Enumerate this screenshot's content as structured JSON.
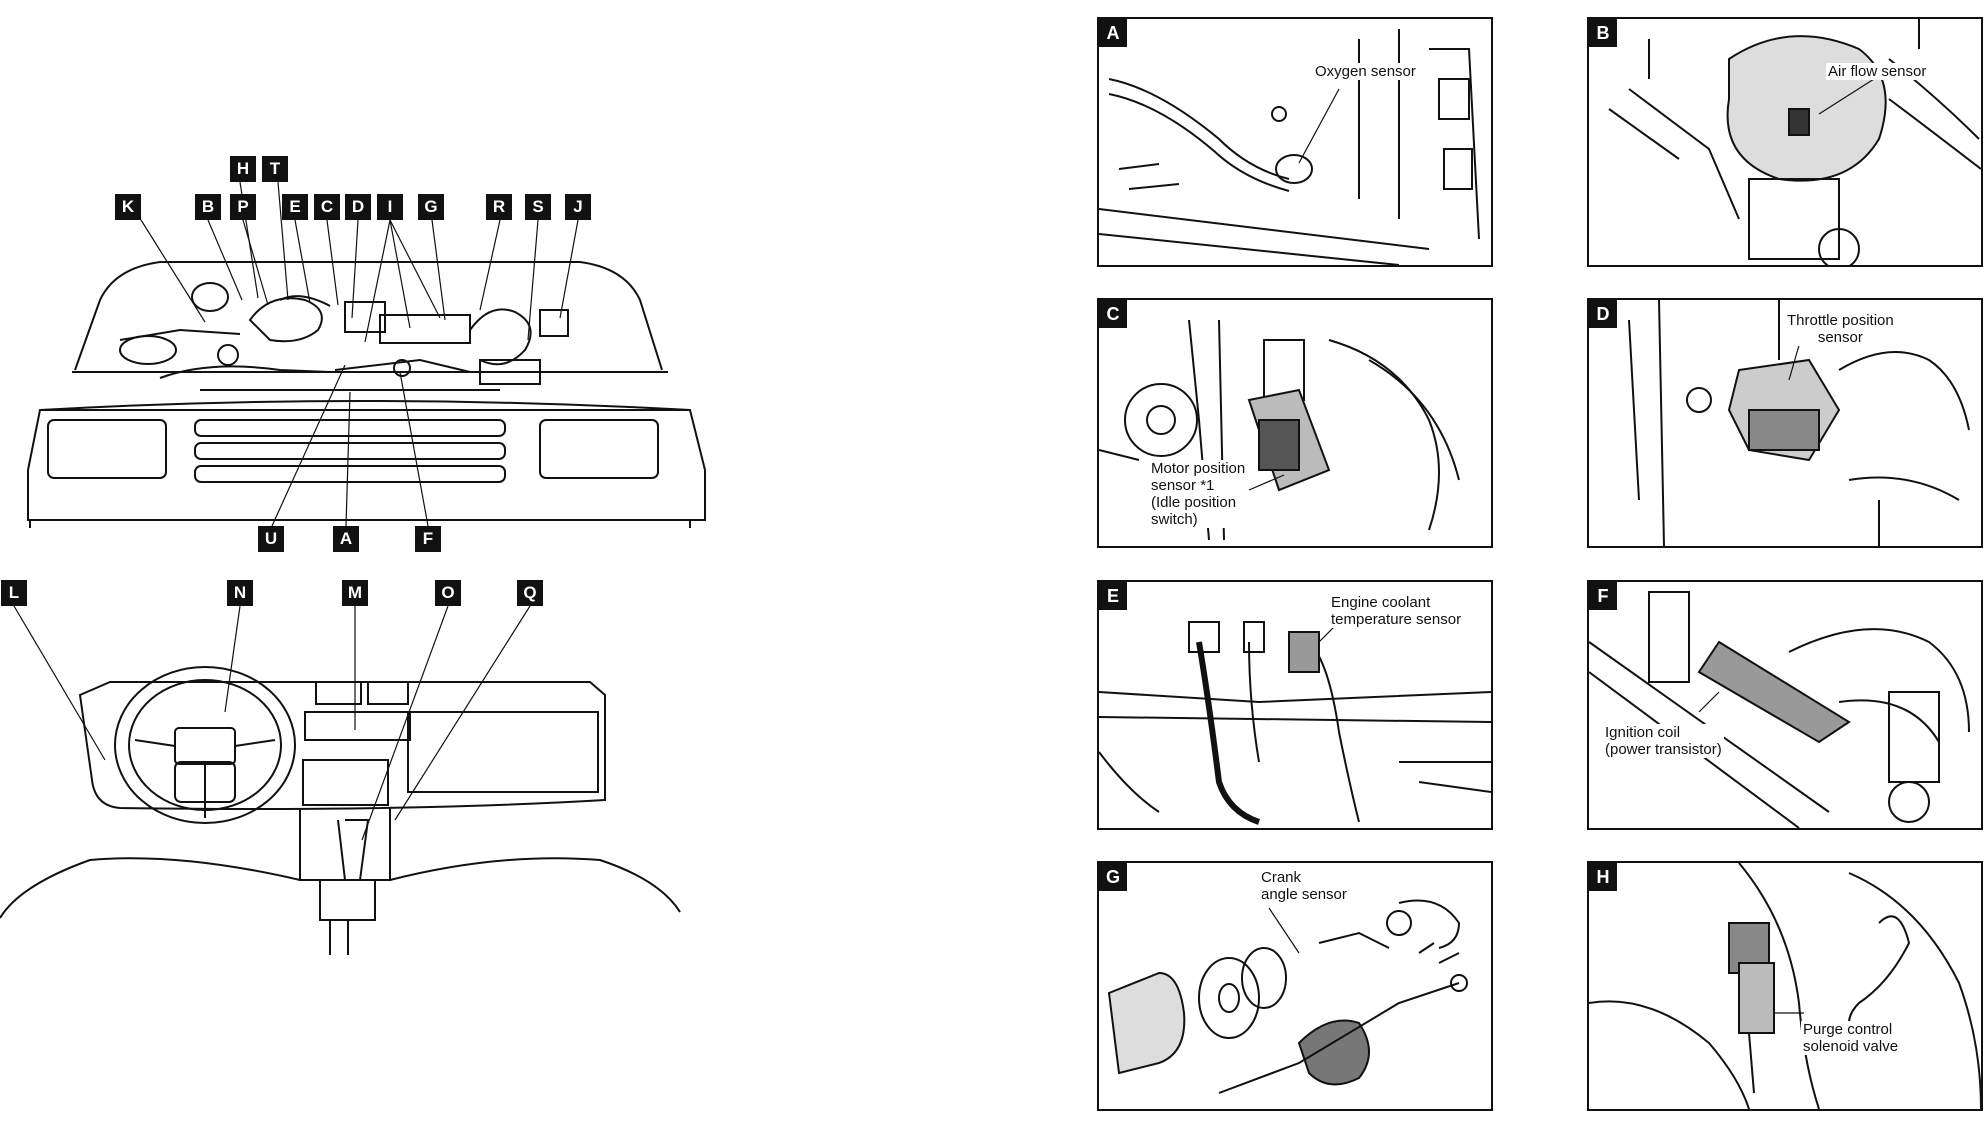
{
  "overview_markers": {
    "top_row": [
      "K",
      "B",
      "P",
      "H",
      "T",
      "E",
      "C",
      "D",
      "I",
      "G",
      "R",
      "S",
      "J"
    ],
    "bottom_row": [
      "U",
      "A",
      "F"
    ],
    "dash_row": [
      "L",
      "N",
      "M",
      "O",
      "Q"
    ]
  },
  "panels": [
    {
      "letter": "A",
      "caption": [
        "Oxygen sensor"
      ]
    },
    {
      "letter": "B",
      "caption": [
        "Air flow sensor"
      ]
    },
    {
      "letter": "C",
      "caption": [
        "Motor position",
        "sensor *1",
        "(Idle position",
        "switch)"
      ]
    },
    {
      "letter": "D",
      "caption": [
        "Throttle position",
        "sensor"
      ]
    },
    {
      "letter": "E",
      "caption": [
        "Engine coolant",
        "temperature sensor"
      ]
    },
    {
      "letter": "F",
      "caption": [
        "Ignition coil",
        "(power transistor)"
      ]
    },
    {
      "letter": "G",
      "caption": [
        "Crank",
        "angle sensor"
      ]
    },
    {
      "letter": "H",
      "caption": [
        "Purge control",
        "solenoid valve"
      ]
    }
  ],
  "colors": {
    "ink": "#111111",
    "paper": "#ffffff"
  }
}
